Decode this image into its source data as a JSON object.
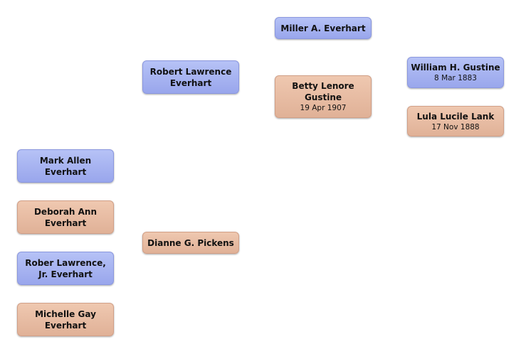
{
  "people": {
    "miller": {
      "name": "Miller A. Everhart",
      "gender": "male"
    },
    "robert": {
      "name": "Robert Lawrence Everhart",
      "gender": "male"
    },
    "betty": {
      "name": "Betty Lenore Gustine",
      "date": "19 Apr 1907",
      "gender": "female"
    },
    "william": {
      "name": "William H. Gustine",
      "date": "8 Mar 1883",
      "gender": "male"
    },
    "lula": {
      "name": "Lula Lucile Lank",
      "date": "17 Nov 1888",
      "gender": "female"
    },
    "mark": {
      "name": "Mark Allen Everhart",
      "gender": "male"
    },
    "deborah": {
      "name": "Deborah Ann Everhart",
      "gender": "female"
    },
    "dianne": {
      "name": "Dianne G. Pickens",
      "gender": "female"
    },
    "robert_jr": {
      "name": "Rober Lawrence, Jr. Everhart",
      "gender": "male"
    },
    "michelle": {
      "name": "Michelle Gay Everhart",
      "gender": "female"
    }
  },
  "colors": {
    "male": "#a5b1f1",
    "female": "#e8bba3"
  }
}
